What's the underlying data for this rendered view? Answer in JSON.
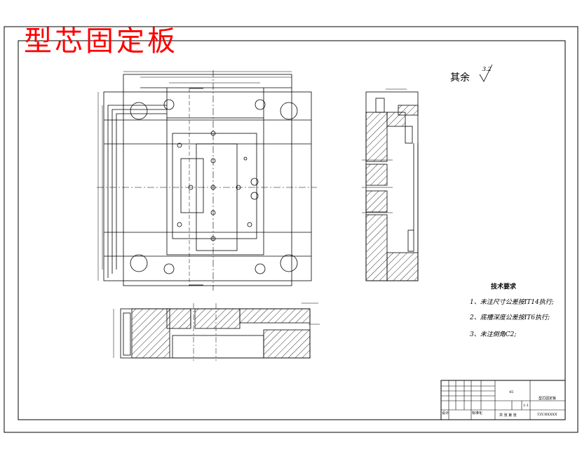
{
  "drawing": {
    "title": "型芯固定板",
    "roughness": {
      "label": "其余",
      "value": "3.2"
    },
    "tech_requirements": {
      "heading": "技术要求",
      "items": [
        "1、未注尺寸公差按IT14执行;",
        "2、底槽深度公差按IT6执行;",
        "3、未注倒角C2;"
      ]
    },
    "title_block": {
      "material": "45",
      "part_name": "型芯固定板",
      "scale": "1:1",
      "code": "TZCBXXXX",
      "designer_row": "设计",
      "standard_row": "标准化",
      "sheet_note": "共 张 第 张"
    }
  }
}
